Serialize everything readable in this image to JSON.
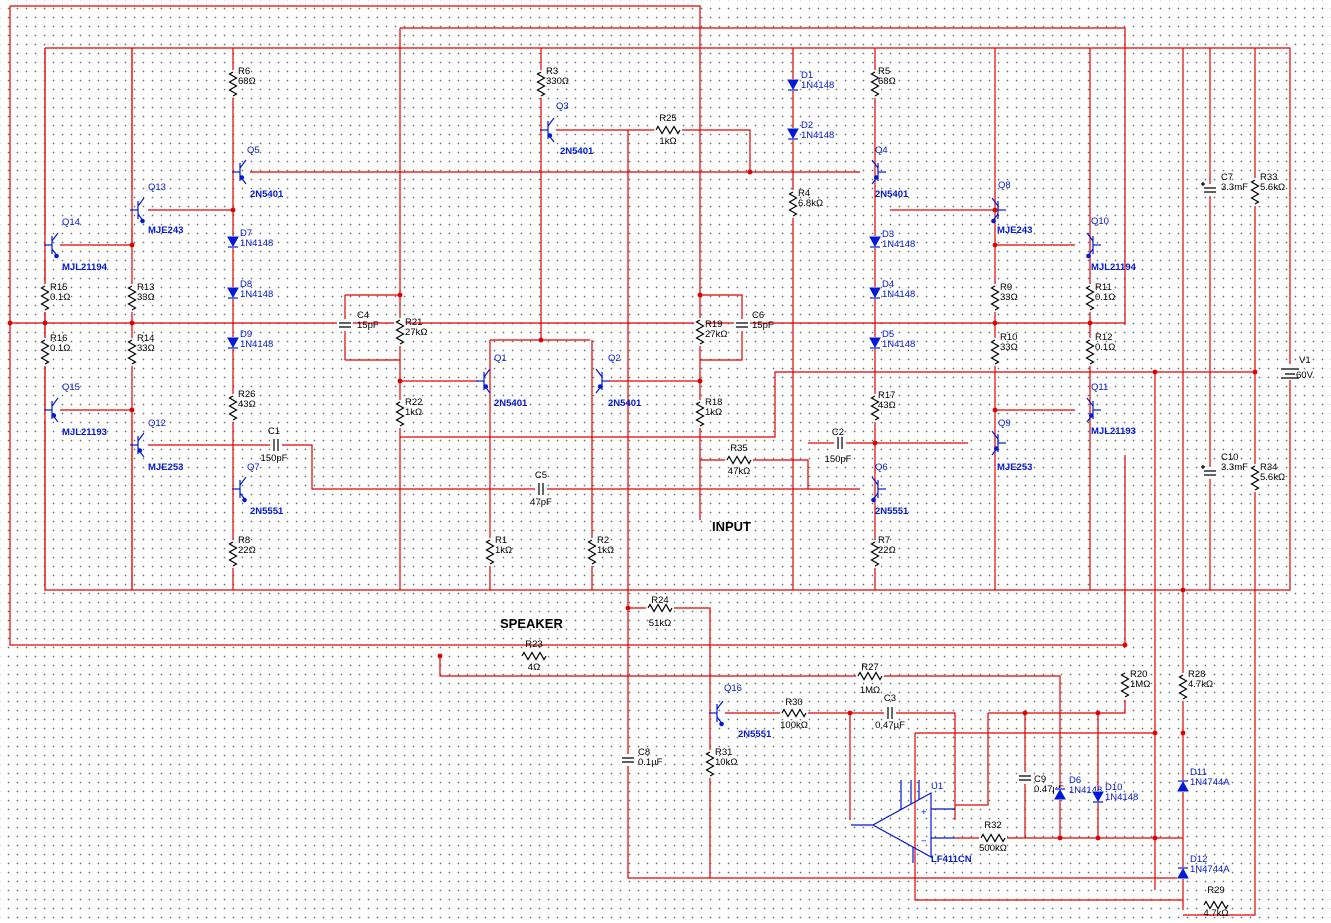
{
  "labels": {
    "input": "INPUT",
    "speaker": "SPEAKER"
  },
  "components": {
    "R1": {
      "ref": "R1",
      "value": "1kΩ"
    },
    "R2": {
      "ref": "R2",
      "value": "1kΩ"
    },
    "R3": {
      "ref": "R3",
      "value": "330Ω"
    },
    "R4": {
      "ref": "R4",
      "value": "6.8kΩ"
    },
    "R5": {
      "ref": "R5",
      "value": "68Ω"
    },
    "R6": {
      "ref": "R6",
      "value": "68Ω"
    },
    "R7": {
      "ref": "R7",
      "value": "22Ω"
    },
    "R8": {
      "ref": "R8",
      "value": "22Ω"
    },
    "R9": {
      "ref": "R9",
      "value": "33Ω"
    },
    "R10": {
      "ref": "R10",
      "value": "33Ω"
    },
    "R11": {
      "ref": "R11",
      "value": "0.1Ω"
    },
    "R12": {
      "ref": "R12",
      "value": "0.1Ω"
    },
    "R13": {
      "ref": "R13",
      "value": "33Ω"
    },
    "R14": {
      "ref": "R14",
      "value": "33Ω"
    },
    "R15": {
      "ref": "R15",
      "value": "0.1Ω"
    },
    "R16": {
      "ref": "R16",
      "value": "0.1Ω"
    },
    "R17": {
      "ref": "R17",
      "value": "43Ω"
    },
    "R18": {
      "ref": "R18",
      "value": "1kΩ"
    },
    "R19": {
      "ref": "R19",
      "value": "27kΩ"
    },
    "R20": {
      "ref": "R20",
      "value": "1MΩ"
    },
    "R21": {
      "ref": "R21",
      "value": "27kΩ"
    },
    "R22": {
      "ref": "R22",
      "value": "1kΩ"
    },
    "R23": {
      "ref": "R23",
      "value": "4Ω"
    },
    "R24": {
      "ref": "R24",
      "value": "51kΩ"
    },
    "R25": {
      "ref": "R25",
      "value": "1kΩ"
    },
    "R26": {
      "ref": "R26",
      "value": "43Ω"
    },
    "R27": {
      "ref": "R27",
      "value": "1MΩ"
    },
    "R28": {
      "ref": "R28",
      "value": "4.7kΩ"
    },
    "R29": {
      "ref": "R29",
      "value": "4.7kΩ"
    },
    "R30": {
      "ref": "R30",
      "value": "100kΩ"
    },
    "R31": {
      "ref": "R31",
      "value": "10kΩ"
    },
    "R32": {
      "ref": "R32",
      "value": "500kΩ"
    },
    "R33": {
      "ref": "R33",
      "value": "5.6kΩ"
    },
    "R34": {
      "ref": "R34",
      "value": "5.6kΩ"
    },
    "R35": {
      "ref": "R35",
      "value": "47kΩ"
    },
    "C1": {
      "ref": "C1",
      "value": "150pF"
    },
    "C2": {
      "ref": "C2",
      "value": "150pF"
    },
    "C3": {
      "ref": "C3",
      "value": "0.47µF"
    },
    "C4": {
      "ref": "C4",
      "value": "15pF"
    },
    "C5": {
      "ref": "C5",
      "value": "47pF"
    },
    "C6": {
      "ref": "C6",
      "value": "15pF"
    },
    "C7": {
      "ref": "C7",
      "value": "3.3mF"
    },
    "C8": {
      "ref": "C8",
      "value": "0.1µF"
    },
    "C9": {
      "ref": "C9",
      "value": "0.47µF"
    },
    "C10": {
      "ref": "C10",
      "value": "3.3mF"
    },
    "V1": {
      "ref": "V1",
      "value": "60V"
    },
    "U1": {
      "ref": "U1",
      "value": "LF411CN"
    },
    "Q1": {
      "ref": "Q1",
      "value": "2N5401"
    },
    "Q2": {
      "ref": "Q2",
      "value": "2N5401"
    },
    "Q3": {
      "ref": "Q3",
      "value": "2N5401"
    },
    "Q4": {
      "ref": "Q4",
      "value": "2N5401"
    },
    "Q5": {
      "ref": "Q5",
      "value": "2N5401"
    },
    "Q6": {
      "ref": "Q6",
      "value": "2N5551"
    },
    "Q7": {
      "ref": "Q7",
      "value": "2N5551"
    },
    "Q8": {
      "ref": "Q8",
      "value": "MJE243"
    },
    "Q9": {
      "ref": "Q9",
      "value": "MJE253"
    },
    "Q10": {
      "ref": "Q10",
      "value": "MJL21194"
    },
    "Q11": {
      "ref": "Q11",
      "value": "MJL21193"
    },
    "Q12": {
      "ref": "Q12",
      "value": "MJE253"
    },
    "Q13": {
      "ref": "Q13",
      "value": "MJE243"
    },
    "Q14": {
      "ref": "Q14",
      "value": "MJL21194"
    },
    "Q15": {
      "ref": "Q15",
      "value": "MJL21193"
    },
    "Q16": {
      "ref": "Q16",
      "value": "2N5551"
    },
    "D1": {
      "ref": "D1",
      "value": "1N4148"
    },
    "D2": {
      "ref": "D2",
      "value": "1N4148"
    },
    "D3": {
      "ref": "D3",
      "value": "1N4148"
    },
    "D4": {
      "ref": "D4",
      "value": "1N4148"
    },
    "D5": {
      "ref": "D5",
      "value": "1N4148"
    },
    "D6": {
      "ref": "D6",
      "value": "1N4148"
    },
    "D7": {
      "ref": "D7",
      "value": "1N4148"
    },
    "D8": {
      "ref": "D8",
      "value": "1N4148"
    },
    "D9": {
      "ref": "D9",
      "value": "1N4148"
    },
    "D10": {
      "ref": "D10",
      "value": "1N4148"
    },
    "D11": {
      "ref": "D11",
      "value": "1N4744A"
    },
    "D12": {
      "ref": "D12",
      "value": "1N4744A"
    }
  },
  "colors": {
    "wire": "#e00000",
    "label_blue": "#0018d8",
    "component": "#000000",
    "grid_dot": "#6a6a6a"
  }
}
